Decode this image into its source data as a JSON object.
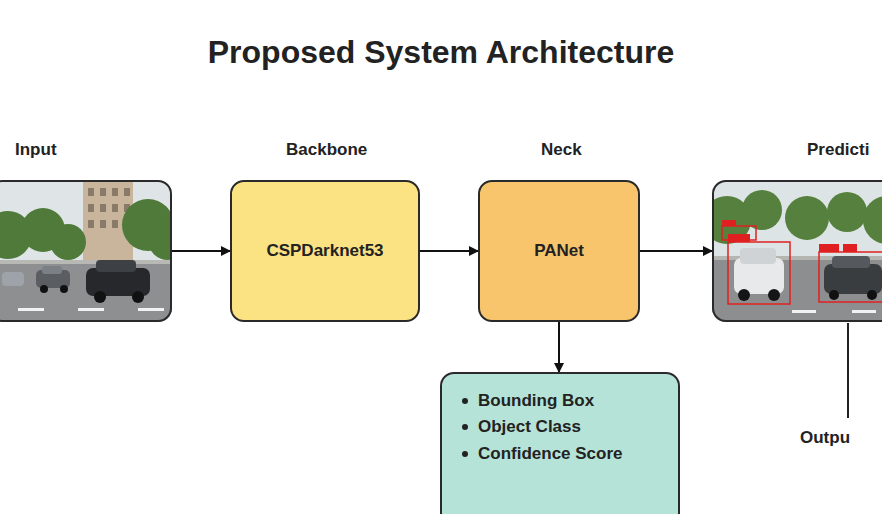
{
  "diagram": {
    "title": "Proposed System Architecture",
    "nodes": [
      {
        "text": [
          "Input"
        ]
      },
      {
        "text": [
          "Backbone",
          "CSPDarknet53"
        ]
      },
      {
        "text": [
          "Neck",
          "PANet"
        ]
      },
      {
        "text": [
          "Predicti"
        ]
      },
      {
        "text": [
          "Bounding Box",
          "Object Class",
          "Confidence Score"
        ]
      }
    ],
    "edges": [
      {
        "from": 0,
        "to": 1,
        "arrow": "to"
      },
      {
        "from": 1,
        "to": 2,
        "arrow": "to"
      },
      {
        "from": 2,
        "to": 3,
        "arrow": "to"
      },
      {
        "from": 2,
        "to": 4,
        "arrow": "to"
      }
    ],
    "labels": [
      "Outpu"
    ]
  }
}
